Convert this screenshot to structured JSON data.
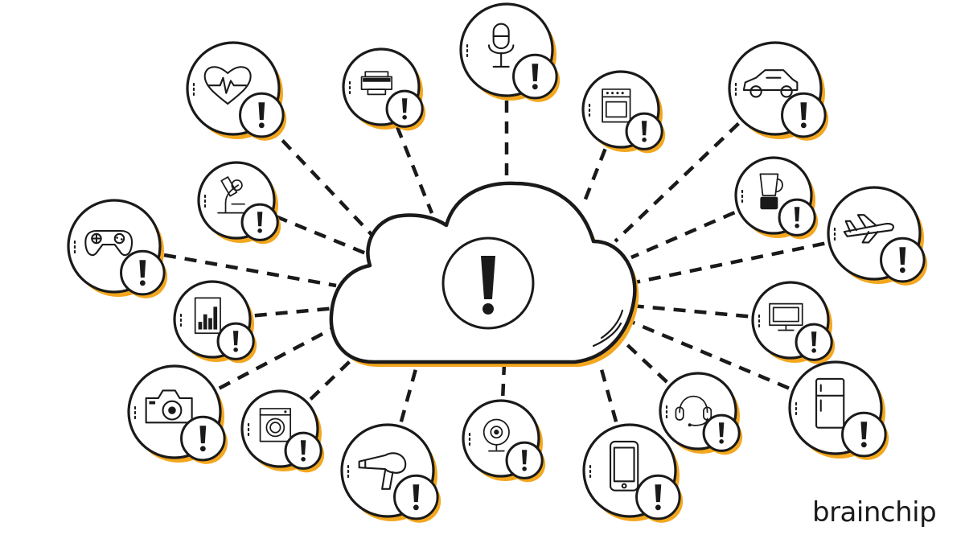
{
  "brand": {
    "name": "brainchip"
  },
  "colors": {
    "accent": "#f3a71f",
    "ink": "#1a1a1a",
    "background": "#ffffff"
  },
  "hub": {
    "icon": "cloud-alert-icon"
  },
  "devices": [
    {
      "id": "gamepad",
      "icon": "gamepad-icon"
    },
    {
      "id": "heart-monitor",
      "icon": "heart-monitor-icon"
    },
    {
      "id": "printer",
      "icon": "printer-icon"
    },
    {
      "id": "microphone",
      "icon": "microphone-icon"
    },
    {
      "id": "oven",
      "icon": "oven-icon"
    },
    {
      "id": "car",
      "icon": "car-icon"
    },
    {
      "id": "microscope",
      "icon": "microscope-icon"
    },
    {
      "id": "blender",
      "icon": "blender-icon"
    },
    {
      "id": "airplane",
      "icon": "airplane-icon"
    },
    {
      "id": "bar-chart",
      "icon": "bar-chart-icon"
    },
    {
      "id": "monitor",
      "icon": "monitor-icon"
    },
    {
      "id": "camera",
      "icon": "camera-icon"
    },
    {
      "id": "washing-machine",
      "icon": "washing-machine-icon"
    },
    {
      "id": "headset",
      "icon": "headset-icon"
    },
    {
      "id": "refrigerator",
      "icon": "refrigerator-icon"
    },
    {
      "id": "hair-dryer",
      "icon": "hair-dryer-icon"
    },
    {
      "id": "webcam",
      "icon": "webcam-icon"
    },
    {
      "id": "smartphone",
      "icon": "smartphone-icon"
    }
  ]
}
